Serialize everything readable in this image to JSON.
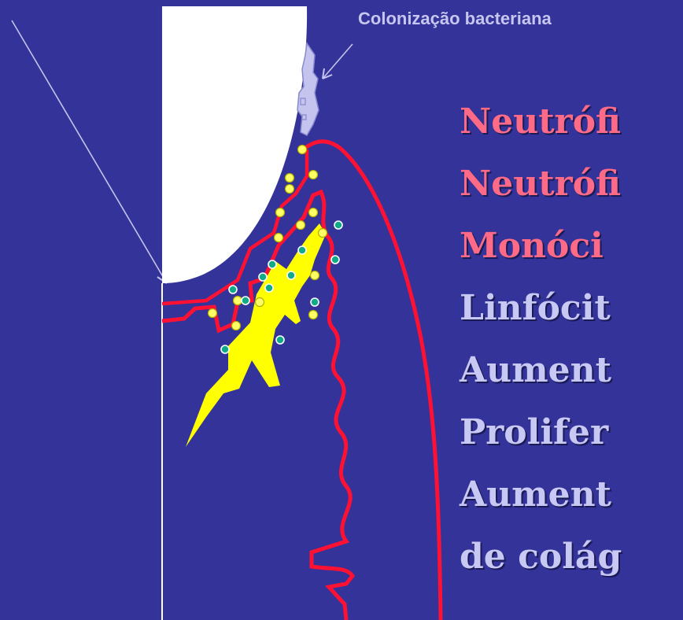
{
  "caption": "Colonização bacteriana",
  "bullets": [
    {
      "text": "Neutrófi",
      "style": "highlight"
    },
    {
      "text": "Neutrófi",
      "style": "highlight"
    },
    {
      "text": "Monóci",
      "style": "highlight"
    },
    {
      "text": "Linfócit",
      "style": "normal"
    },
    {
      "text": "Aument",
      "style": "normal"
    },
    {
      "text": "Prolifer",
      "style": "normal"
    },
    {
      "text": "Aument",
      "style": "normal"
    },
    {
      "text": "de colág",
      "style": "normal"
    }
  ],
  "colors": {
    "background": "#333399",
    "tooth": "#ffffff",
    "gingiva_line": "#ff1133",
    "infiltrate": "#ffff00",
    "neutrophil": "#ffff66",
    "lymphocyte": "#11aa88",
    "bullet_highlight": "#ff6b86",
    "bullet_normal": "#c8c8f4",
    "plaque": "#c4c4ee"
  },
  "icons": [
    "tooth-crown-icon",
    "bacterial-plaque-icon",
    "pointer-arrow-icon"
  ]
}
